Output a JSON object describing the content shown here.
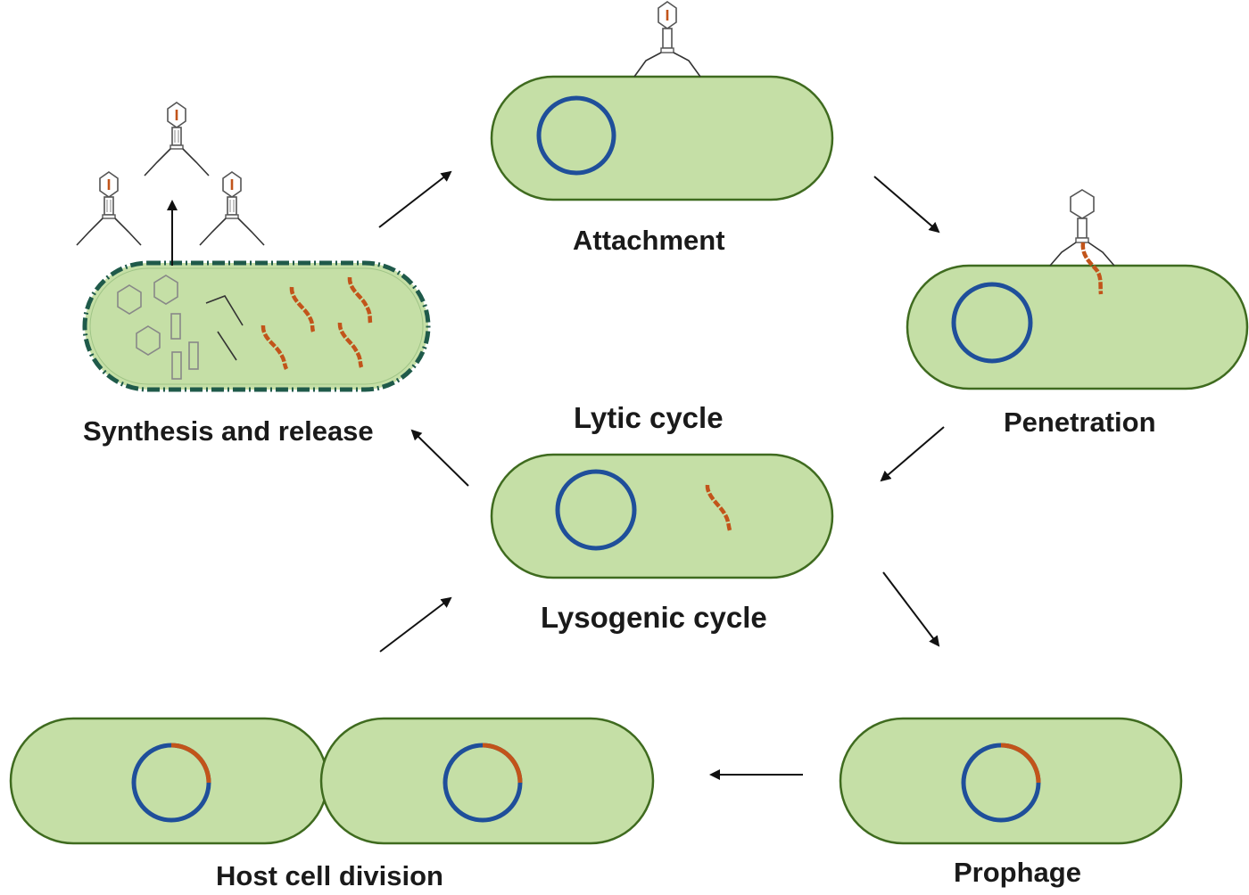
{
  "diagram": {
    "stages": {
      "attachment": "Attachment",
      "penetration": "Penetration",
      "synthesis_release": "Synthesis and release",
      "prophage": "Prophage",
      "host_cell_division": "Host cell division"
    },
    "cycles": {
      "lytic": "Lytic cycle",
      "lysogenic": "Lysogenic cycle"
    },
    "colors": {
      "cell_fill": "#c5dfa6",
      "cell_outline": "#3f6b1f",
      "bacterial_dna": "#1f4f9a",
      "phage_dna": "#c2541a",
      "phage_outline": "#555555",
      "arrow": "#111111",
      "lysed_membrane": "#1f5a4a"
    }
  }
}
